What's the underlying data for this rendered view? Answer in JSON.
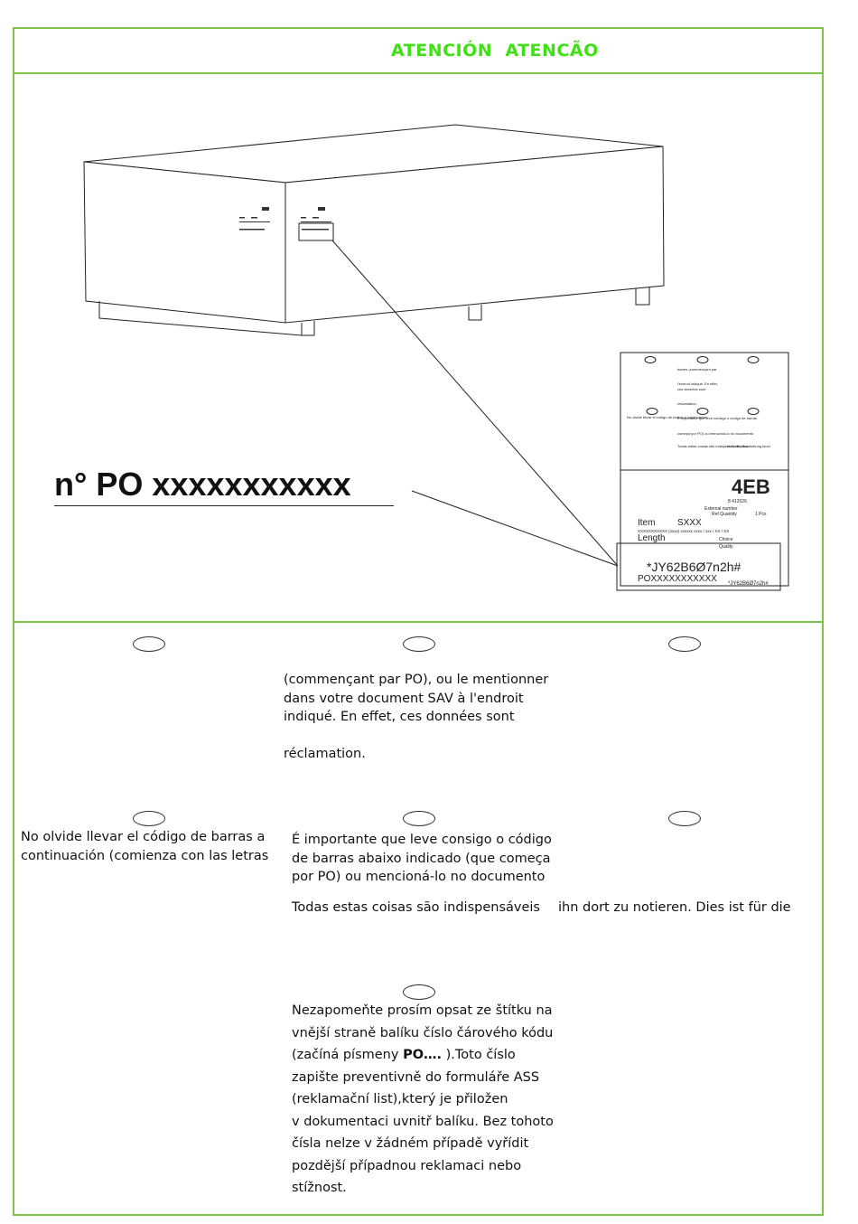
{
  "header": {
    "title": "ATENCIÓN  ATENCÃO"
  },
  "illustration": {
    "po_number": "n° PO xxxxxxxxxxx",
    "label": {
      "brand_code": "4EB",
      "item_label": "Item",
      "item_value": "SXXX",
      "length_label": "Length",
      "code_line": "XXXXXXXXXXX (xxxx) xxxxxx xxxx / xxx / XX / XX",
      "numbers": "8 412026",
      "external_number": "External number",
      "ref_quantity": "Ref Quantity",
      "pcs": "1 Pcs",
      "choice": "Choice",
      "quality": "Quality",
      "barcode_text": "*JY62B6Ø7n2h#",
      "po_text": "POXXXXXXXXXXX",
      "mini_text_fr1": "barres (commençant par",
      "mini_text_fr2": "l'endroit indiqué. En effet,",
      "mini_text_fr3": "ces données sont",
      "mini_text_fr4": "réclamation.",
      "mini_text_es": "No olvide llevar el código de barras a continuación",
      "mini_text_pt1": "É importante que leve consigo o código de barras",
      "mini_text_pt2": "começa por PO) ou mencioná-lo no documento",
      "mini_text_pt3": "Todas estas coisas são indispensáveis para",
      "mini_text_de": "st für die Bearbeitung einer"
    }
  },
  "instructions": {
    "fr": [
      "(commençant par PO), ou le mentionner",
      "dans votre document SAV à l'endroit",
      "indiqué. En effet, ces données sont",
      "réclamation."
    ],
    "es": [
      "No olvide llevar el código de barras a",
      "continuación (comienza con las letras"
    ],
    "pt": [
      "É importante que leve consigo o código",
      "de barras abaixo indicado (que começa",
      "por PO) ou mencioná-lo no documento",
      "Todas estas coisas são indispensáveis"
    ],
    "de": [
      "ihn dort zu notieren. Dies ist für die"
    ],
    "cz": {
      "line1": "Nezapomeňte prosím opsat ze štítku na",
      "line2": "vnější straně balíku číslo čárového kódu",
      "line3_pre": "(začíná písmeny ",
      "line3_bold": "PO….",
      "line3_post": " ).Toto číslo",
      "line4": "zapište preventivně do formuláře ASS",
      "line5": "(reklamační list),který je přiložen",
      "line6": "v dokumentaci uvnitř balíku. Bez tohoto",
      "line7": "čísla nelze v žádném případě vyřídit",
      "line8": "pozdější případnou reklamaci nebo",
      "line9": "stížnost."
    }
  },
  "colors": {
    "border": "#7dc24b",
    "title": "#3fe014"
  }
}
